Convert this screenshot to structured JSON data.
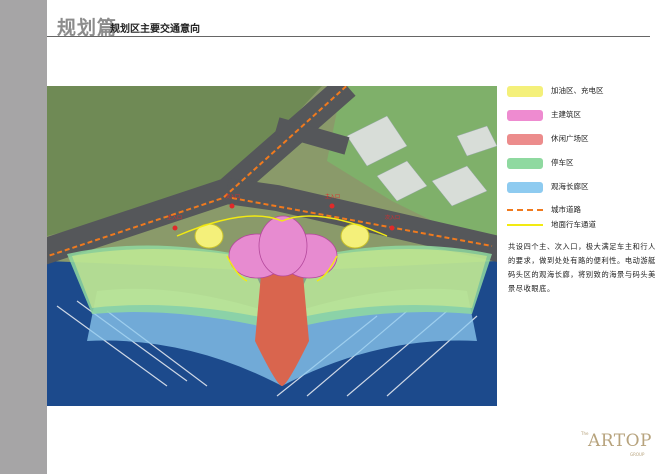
{
  "header": {
    "title": "规划篇",
    "subtitle": "规划区主要交通意向"
  },
  "legend": [
    {
      "label": "加油区、充电区",
      "color": "#f4f07a",
      "kind": "fill"
    },
    {
      "label": "主建筑区",
      "color": "#ee8bd0",
      "kind": "fill"
    },
    {
      "label": "休闲广场区",
      "color": "#ec8c8c",
      "kind": "fill"
    },
    {
      "label": "停车区",
      "color": "#8fd9a0",
      "kind": "fill"
    },
    {
      "label": "观海长廊区",
      "color": "#8ecbf0",
      "kind": "fill"
    },
    {
      "label": "城市道路",
      "color": "#f07a1e",
      "kind": "dashed"
    },
    {
      "label": "地面行车通道",
      "color": "#f2ea12",
      "kind": "solid"
    }
  ],
  "description": "共设四个主、次入口，极大满足车主和行人的要求，做到处处有路的便利性。电动游艇码头区的观海长廊，将别致的海景与码头美景尽收眼底。",
  "map_labels": [
    "主入口",
    "次入口",
    "主入口",
    "次入口"
  ],
  "logo": {
    "the": "The",
    "name": "ARTOP",
    "sub": "GROUP"
  }
}
